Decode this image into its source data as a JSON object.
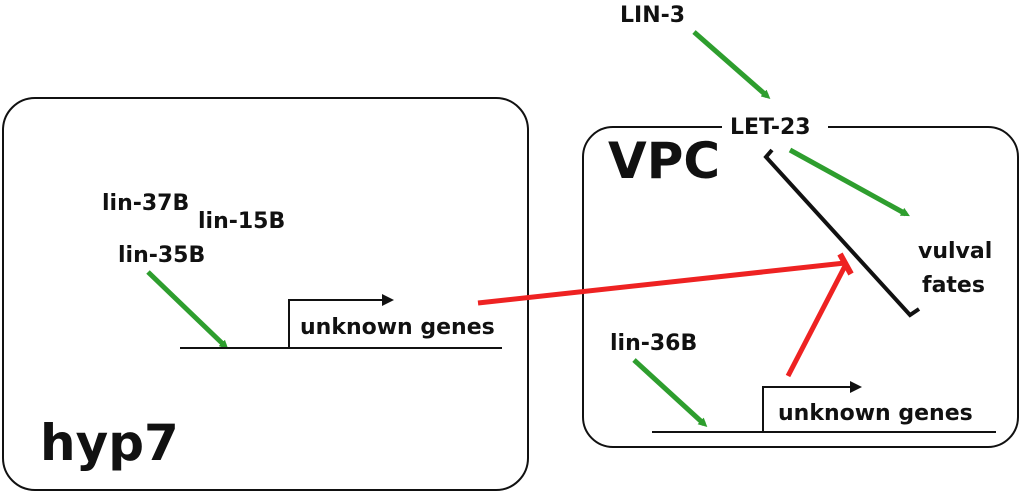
{
  "colors": {
    "activation": "#2e9e2e",
    "inhibition": "#ee2222",
    "line": "#111111",
    "background": "#ffffff"
  },
  "hyp7": {
    "title": "hyp7",
    "labels": {
      "lin37b": "lin-37B",
      "lin15b": "lin-15B",
      "lin35b": "lin-35B"
    },
    "target": "unknown genes"
  },
  "vpc": {
    "title": "VPC",
    "receptor": "LET-23",
    "ligand": "LIN-3",
    "output": {
      "line1": "vulval",
      "line2": "fates"
    },
    "repressor": "lin-36B",
    "target": "unknown genes"
  }
}
